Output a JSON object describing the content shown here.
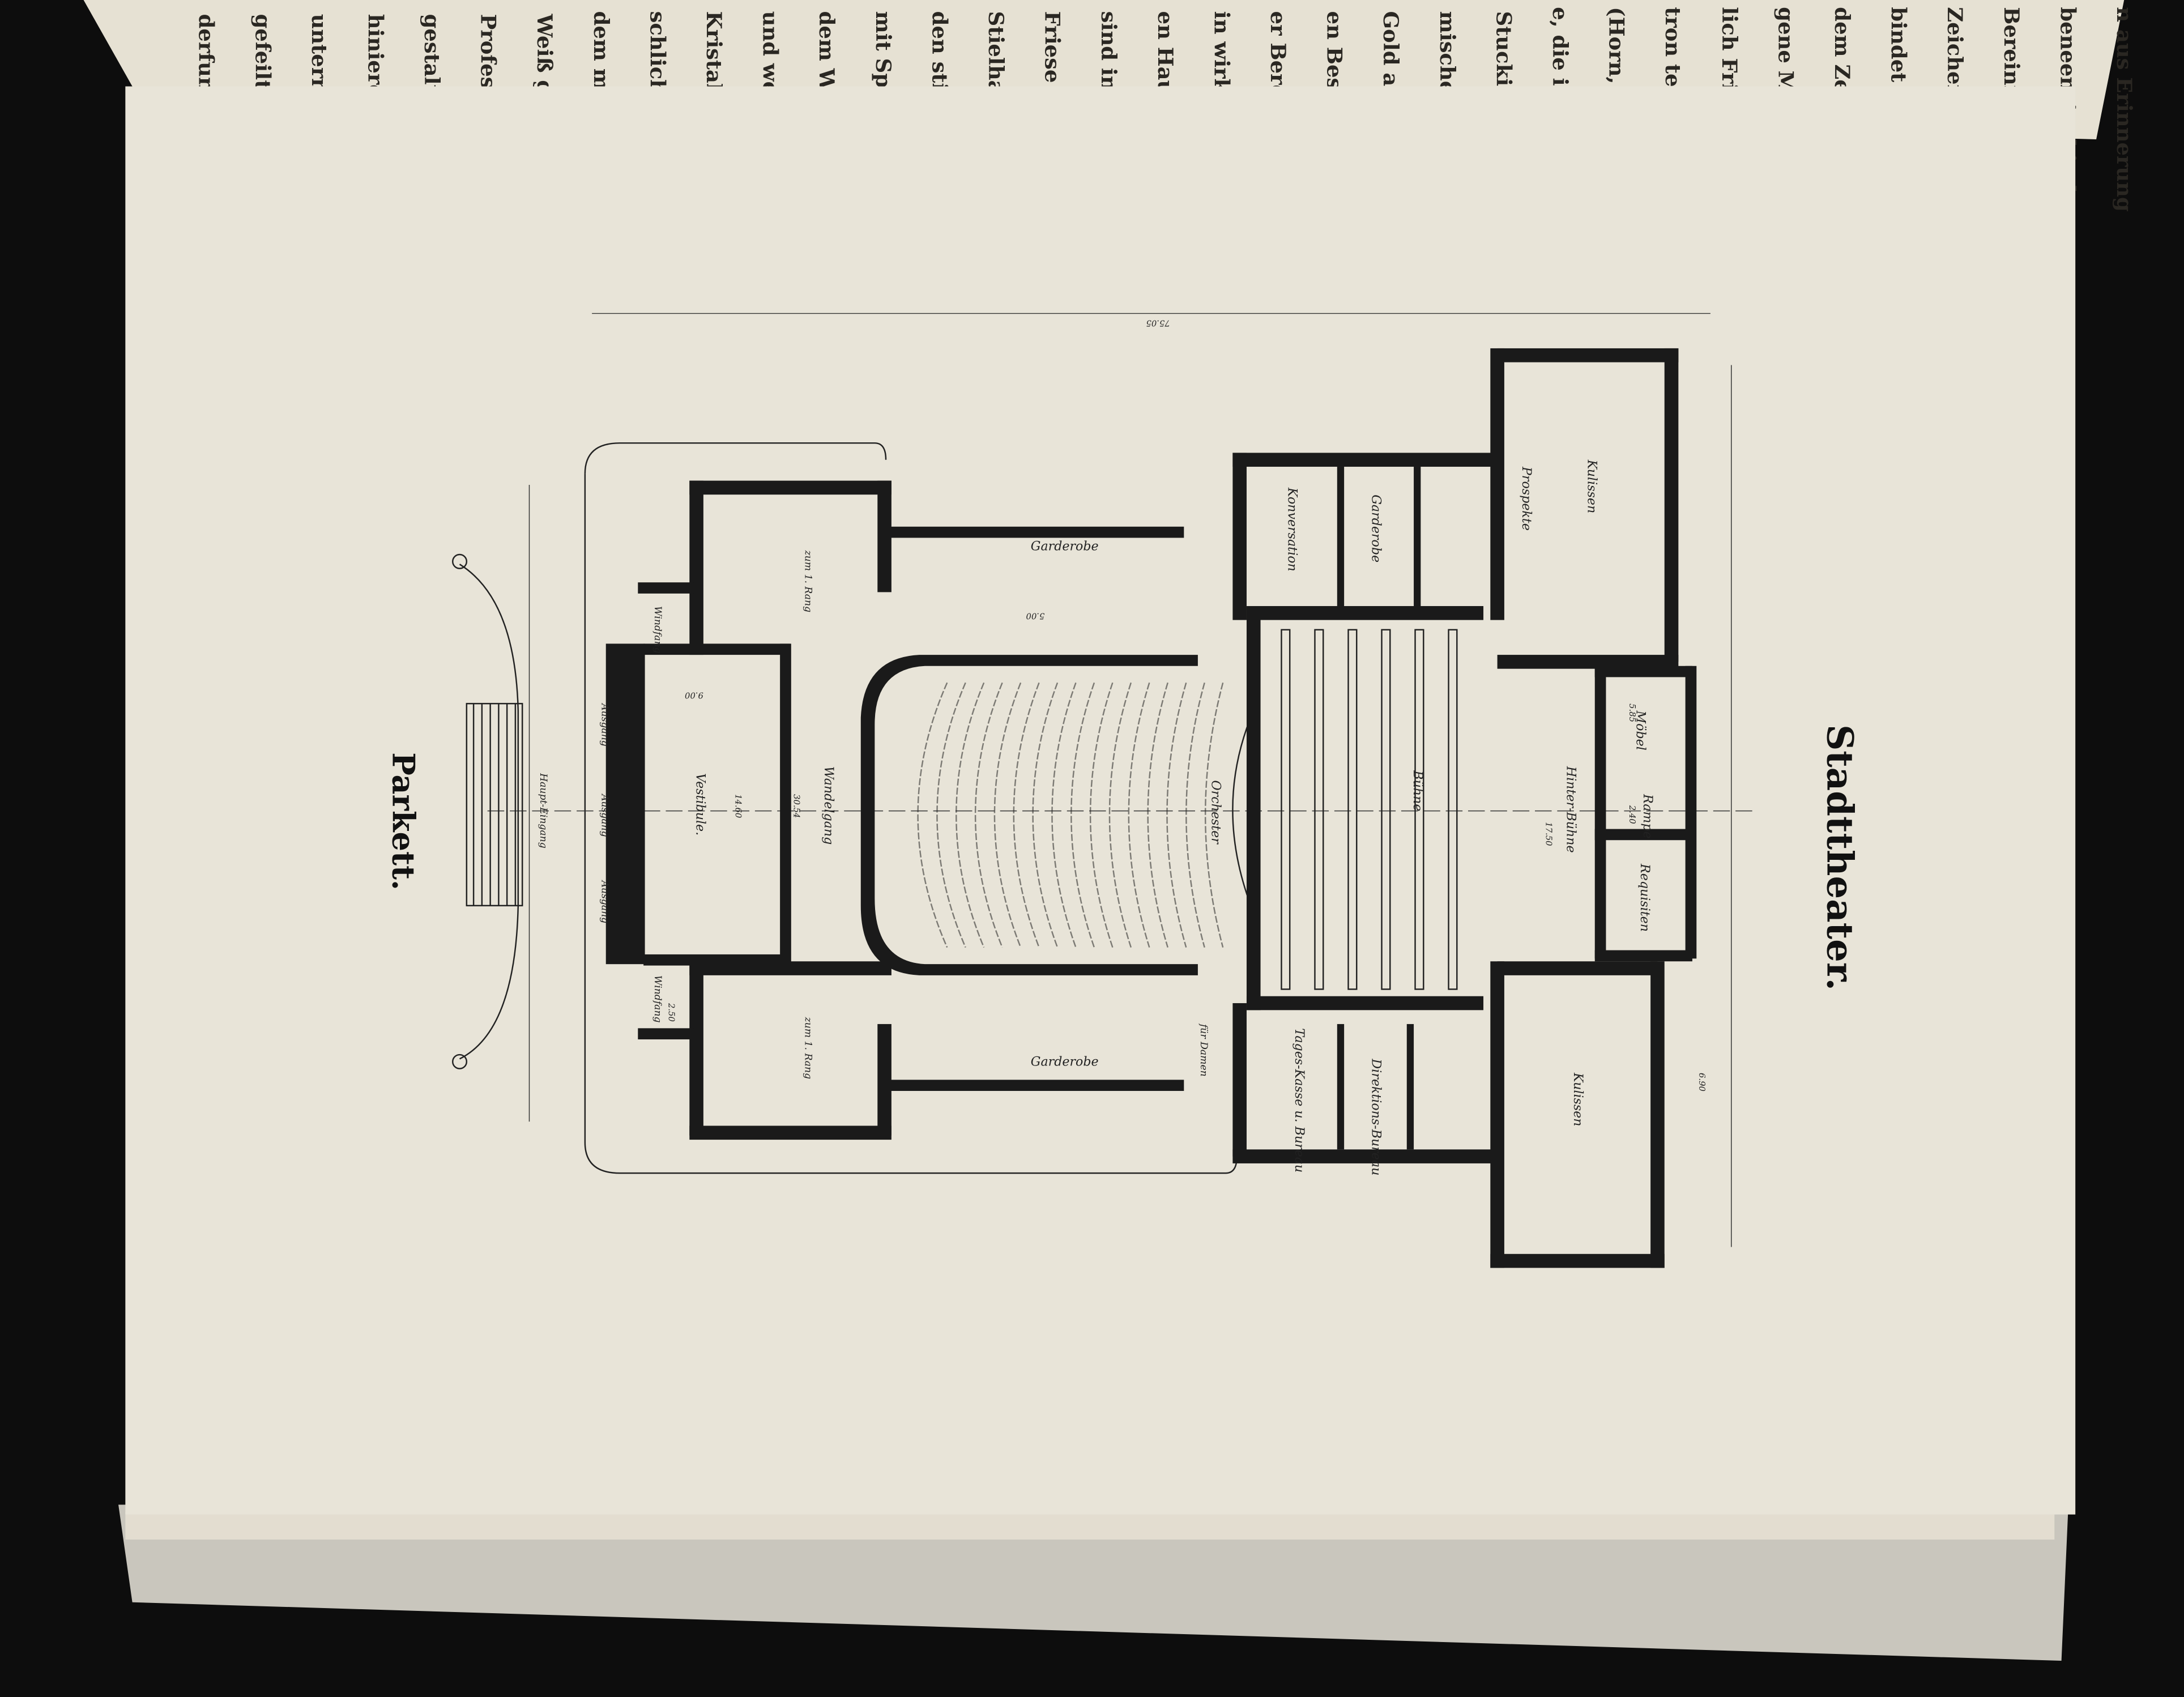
{
  "titles": {
    "main": "Stadttheater.",
    "floor": "Parkett."
  },
  "facing_page_lines": [
    "n aus Erinnerung",
    "beneen Architekt",
    "Bereinfassung",
    "Zeichen, zu",
    "bindet sich",
    "dem Zeichen",
    "gene Mittel",
    "lich Friese",
    "tron teilen",
    "(Horn, Holz",
    "e, die in",
    "Stuckierung",
    "mischen Leisten",
    "Gold an",
    "en Besucher",
    "er Bergolden",
    "in wirkung",
    "en Hauptrichtung",
    "sind in",
    "Friese an",
    "Stielhand.",
    "den stimmung",
    "mit Spiegel",
    "dem Wand",
    "und weiß",
    "Kristallen",
    "schlichte",
    "dem maßgeb",
    "Weiß gebrochen",
    "Profesionnale",
    "gestaltet.",
    "hinieren,",
    "untermalungen",
    "gefeilte",
    "derfungen,"
  ],
  "rooms": {
    "vestibule": "Vestibule.",
    "foyer": "Wandelgang",
    "orchestra": "Orchester",
    "stage": "Bühne",
    "backstage": "Hinter-Bühne",
    "furniture": "Möbel",
    "ramp": "Rampe",
    "props": "Requisiten",
    "wings_top": "Kulissen",
    "wings_bottom": "Kulissen",
    "cloakroom_top": "Garderobe",
    "cloakroom_bottom": "Garderobe",
    "box_office": "Tages-Kasse u. Bureau",
    "direction": "Direktions-Bureau",
    "conversation": "Konversation",
    "dressing": "Garderobe",
    "exit1": "Ausgang",
    "exit2": "Ausgang",
    "exit3": "Ausgang",
    "windfang_top": "Windfang",
    "windfang_bottom": "Windfang",
    "ladies": "für Damen",
    "stairs_top": "zum 1. Rang",
    "stairs_bottom": "zum 1. Rang",
    "prospect": "Prospekte",
    "entrance": "Haupt-Eingang"
  },
  "dimensions": {
    "total": "75.05",
    "width_a": "30.54",
    "vestibule": "14.60",
    "stage": "17.50",
    "d1": "9.00",
    "d2": "5.00",
    "d3": "2.50",
    "d4": "5.85",
    "d5": "2.40",
    "d6": "6.90"
  },
  "colors": {
    "page": "#e8e4d8",
    "ink": "#1a1a1a",
    "background": "#0d0d0d"
  }
}
